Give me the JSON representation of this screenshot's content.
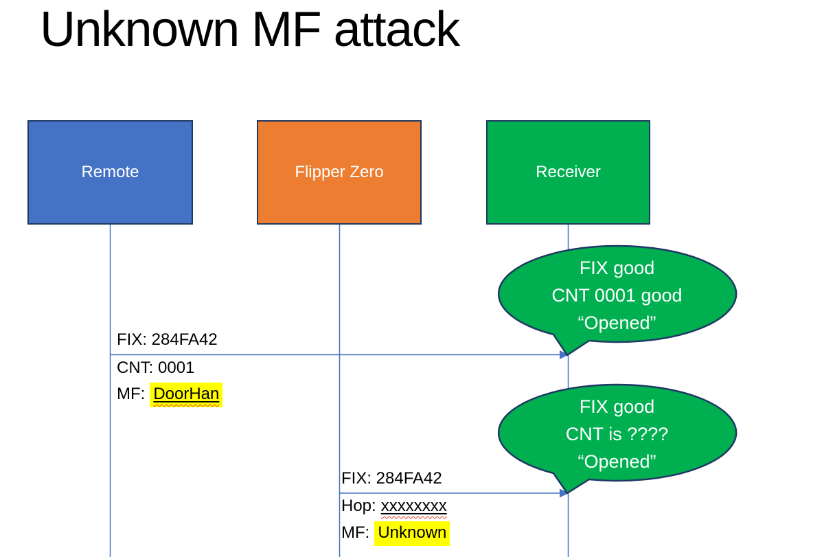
{
  "slide_title": "Unknown MF attack",
  "actors": [
    {
      "label": "Remote"
    },
    {
      "label": "Flipper Zero"
    },
    {
      "label": "Receiver"
    }
  ],
  "messages": [
    {
      "from": "Remote",
      "to": "Receiver",
      "fix": "FIX: 284FA42",
      "cnt": "CNT: 0001",
      "mf_prefix": "MF:",
      "mf_value": "DoorHan"
    },
    {
      "from": "Flipper Zero",
      "to": "Receiver",
      "fix": "FIX: 284FA42",
      "hop_prefix": "Hop:",
      "hop_value": "xxxxxxxx",
      "mf_prefix": "MF:",
      "mf_value": "Unknown"
    }
  ],
  "callouts": [
    {
      "line1": "FIX good",
      "line2": "CNT 0001 good",
      "line3": "“Opened”"
    },
    {
      "line1": "FIX good",
      "line2": "CNT is ????",
      "line3": "“Opened”"
    }
  ],
  "colors": {
    "actor-remote": "#4472C4",
    "actor-flipper": "#ED7D31",
    "actor-receiver": "#00B050",
    "callout-fill": "#00B050",
    "shape-border": "#1F3864",
    "connector": "#4472C4",
    "highlight": "#FFFF00",
    "spellcheck": "#E8442E",
    "text": "#000000",
    "actor-text": "#FFFFFF"
  }
}
